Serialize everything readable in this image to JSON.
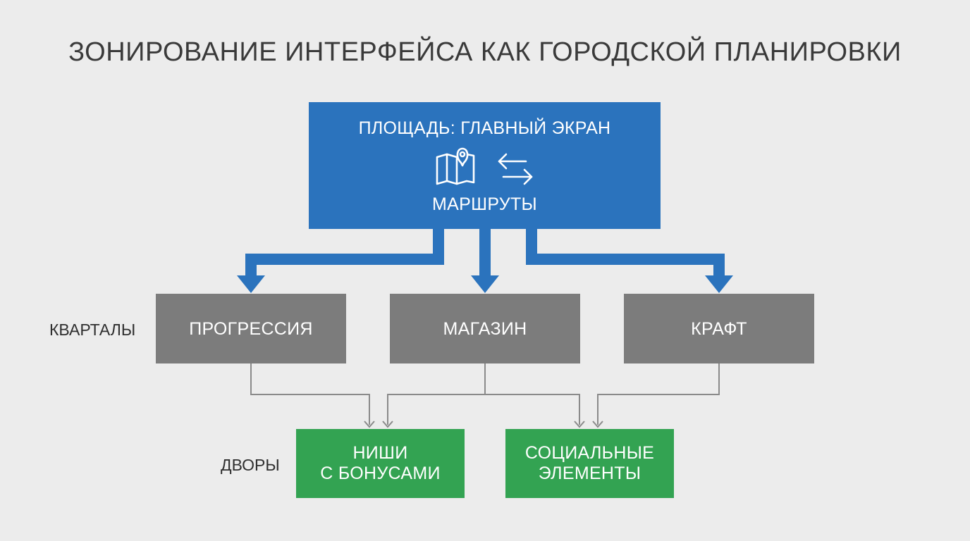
{
  "title": "ЗОНИРОВАНИЕ ИНТЕРФЕЙСА КАК ГОРОДСКОЙ ПЛАНИРОВКИ",
  "plaza": {
    "label": "ПЛОЩАДЬ: ГЛАВНЫЙ ЭКРАН",
    "routes_label": "МАРШРУТЫ",
    "icons": [
      "map-pin-icon",
      "swap-arrows-icon"
    ]
  },
  "quarters": {
    "row_label": "КВАРТАЛЫ",
    "items": [
      "ПРОГРЕССИЯ",
      "МАГАЗИН",
      "КРАФТ"
    ]
  },
  "yards": {
    "row_label": "ДВОРЫ",
    "items": [
      {
        "line1": "НИШИ",
        "line2": "С БОНУСАМИ"
      },
      {
        "line1": "СОЦИАЛЬНЫЕ",
        "line2": "ЭЛЕМЕНТЫ"
      }
    ]
  },
  "colors": {
    "background": "#ececec",
    "plaza": "#2b73bd",
    "quarter": "#7c7c7c",
    "yard": "#33a352",
    "thin_link": "#8a8a8a"
  }
}
